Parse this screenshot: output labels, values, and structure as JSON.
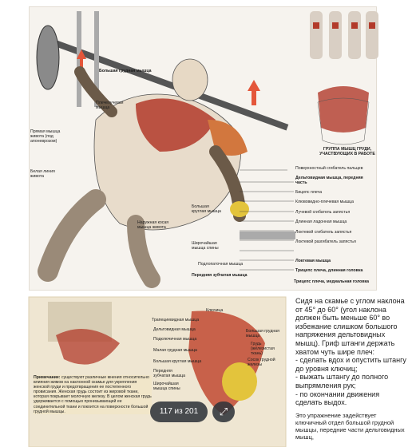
{
  "top_labels": {
    "pectoralis_major": "Большая грудная мышца",
    "shoulder_muscle": "Плечелучевая мышца",
    "rectus_abdominis": "Прямая мышца живота (под апоневрозом)",
    "white_line": "Белая линия живота",
    "oblique": "Наружная косая мышца живота",
    "lat": "Широчайшая мышца спины",
    "subscapularis": "Подлопаточная мышца",
    "serratus": "Передняя зубчатая мышца",
    "teres": "Большая круглая мышца",
    "triceps_lateral": "Трицепс плеча, медиальная головка",
    "triceps_long": "Трицепс плеча, длинная головка",
    "elbow": "Локтевая мышца",
    "ext_carpi_ulnaris": "Локтевой разгибатель запястья",
    "ext_carpi_radialis": "Локтевой сгибатель запястья",
    "long_palmar": "Длинная ладонная мышца",
    "radial_flexor": "Лучевой сгибатель запястья",
    "brachioradialis": "Клювовидно-плечевая мышца",
    "biceps": "Бицепс плеча",
    "deltoid_front": "Дельтовидная мышца, передняя часть",
    "finger_flexor": "Поверхностный сгибатель пальцев",
    "chest_group": "ГРУППА МЫШЦ ГРУДИ, УЧАСТВУЮЩИХ В РАБОТЕ"
  },
  "bottom_labels": {
    "trapezius": "Трапециевидная мышца",
    "clavicle": "Ключица",
    "deltoid": "Дельтовидная мышца",
    "subclavian": "Подключичная мышца",
    "pec_major": "Большая грудная мышца",
    "gland": "Грудь (жёлезистая ткань)",
    "pec_minor": "Малая грудная мышца",
    "big_round": "Большая круглая мышца",
    "serratus": "Передняя зубчатая мышца",
    "lat": "Широчайшая мышца спины",
    "nipple": "Сосок грудной железы"
  },
  "note": {
    "title": "Примечание:",
    "body": "существуют различные мнения относительно влияния жимов на наклонной скамье для укрепления женской груди и предотвращения ее постепенного провисания. Женская грудь состоит из жировой ткани, которая покрывает молочную железу. В целом женская грудь удерживается с помощью пронизывающей ее соединительной ткани и покоится на поверхности большой грудной мышцы."
  },
  "side_text": {
    "p1": "Сидя на скамье с углом наклона от 45° до 60° (угол наклона должен быть меньше 60° во избежание слишком большого напряжения дельтовидных мышц). Гриф штанги держать хватом чуть шире плеч:",
    "b1": "- сделать вдох и опустить штангу до уровня ключиц;",
    "b2": "- выжать штангу до полного выпрямления рук;",
    "b3": "- по окончании движения сделать выдох.",
    "p2": "Это упражнение задействует ключичный отдел большой грудной мышцы, передние части дельтовидных мышц,"
  },
  "pager": {
    "text": "117 из 201"
  },
  "icons": {
    "expand": "expand-icon"
  },
  "colors": {
    "muscle_red": "#b23a2a",
    "muscle_orange": "#d2773e",
    "arrow": "#e4563a",
    "gland_yellow": "#e3c43c"
  }
}
